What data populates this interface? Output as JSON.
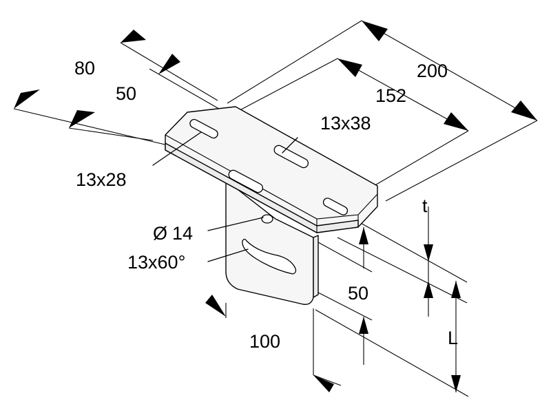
{
  "dimensions": {
    "width_80": "80",
    "width_50": "50",
    "length_200": "200",
    "hole_spacing_152": "152",
    "slot_13x38": "13x38",
    "slot_13x28": "13x28",
    "hole_d14": "14",
    "diameter_symbol": "Ø",
    "slot_13x60": "13x60°",
    "bracket_height_50": "50",
    "bracket_width_100": "100",
    "thickness_t": "t",
    "length_L": "L"
  }
}
